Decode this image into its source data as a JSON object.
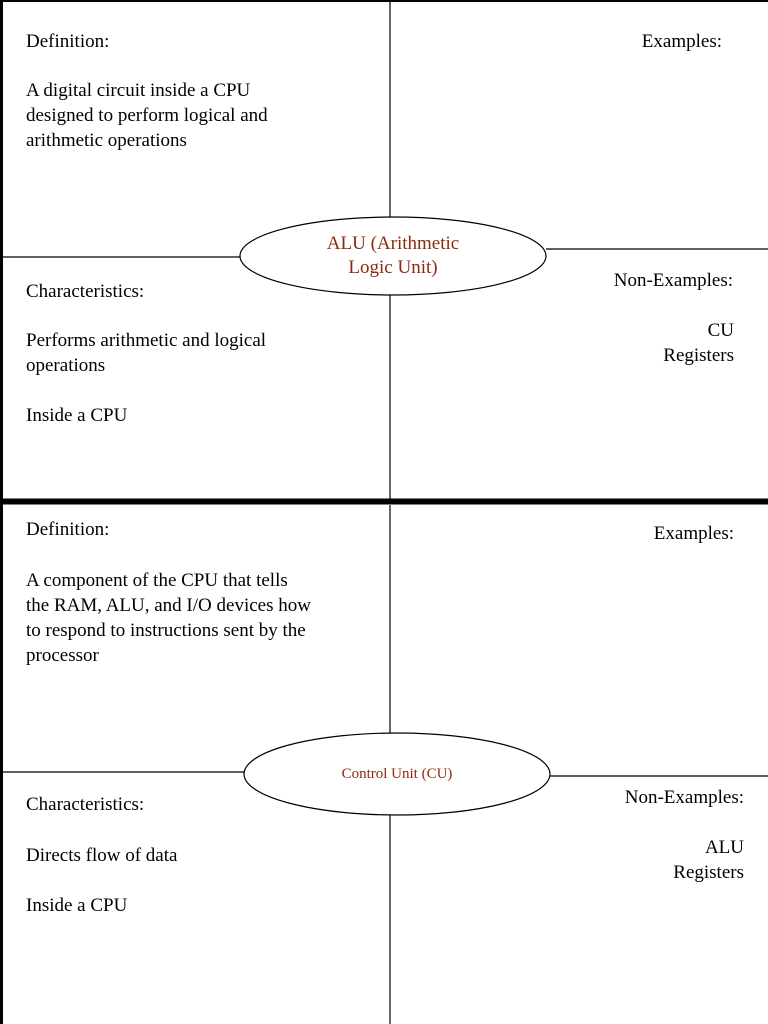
{
  "cards": [
    {
      "center_label_line1": "ALU (Arithmetic",
      "center_label_line2": "Logic Unit)",
      "definition": {
        "heading": "Definition:",
        "lines": [
          "A digital circuit inside a CPU",
          "designed to perform logical and",
          "arithmetic operations"
        ]
      },
      "examples": {
        "heading": "Examples:",
        "items": []
      },
      "characteristics": {
        "heading": "Characteristics:",
        "lines": [
          "Performs arithmetic and logical",
          "operations",
          "Inside a CPU"
        ]
      },
      "non_examples": {
        "heading": "Non-Examples:",
        "items": [
          "CU",
          "Registers"
        ]
      }
    },
    {
      "center_label_line1": "Control Unit (CU)",
      "definition": {
        "heading": "Definition:",
        "lines": [
          "A component of the CPU that tells",
          "the RAM, ALU, and I/O devices how",
          "to respond to instructions sent by the",
          "processor"
        ]
      },
      "examples": {
        "heading": "Examples:",
        "items": []
      },
      "characteristics": {
        "heading": "Characteristics:",
        "lines": [
          "Directs flow of data",
          "Inside a CPU"
        ]
      },
      "non_examples": {
        "heading": "Non-Examples:",
        "items": [
          "ALU",
          "Registers"
        ]
      }
    }
  ],
  "colors": {
    "center_label": "#8B2A0E",
    "border": "#000000"
  }
}
